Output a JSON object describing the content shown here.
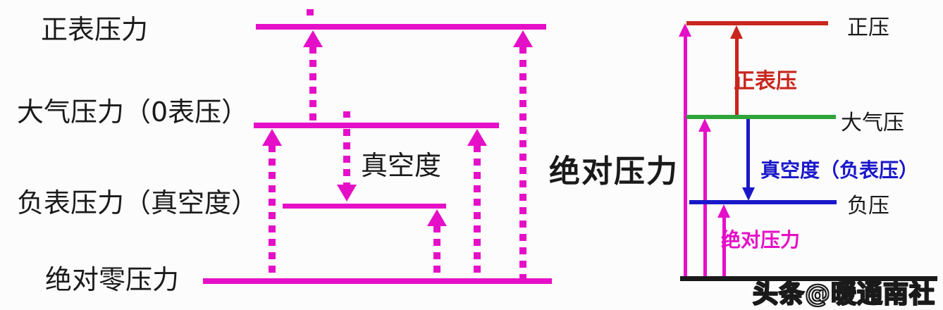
{
  "colors": {
    "magenta": "#E60FC8",
    "red": "#C8261E",
    "green": "#2EA43B",
    "blue": "#1A17C9",
    "black": "#1A1A1A",
    "background": "#FCFCFC"
  },
  "left_diagram": {
    "labels": {
      "positive_gauge": "正表压力",
      "atmospheric": "大气压力（0表压）",
      "negative_gauge": "负表压力（真空度）",
      "absolute_zero": "绝对零压力",
      "vacuum": "真空度"
    },
    "levels": [
      "正表压力",
      "大气压力（0表压）",
      "负表压力（真空度）",
      "绝对零压力"
    ]
  },
  "right_diagram": {
    "title": "绝对压力",
    "labels": {
      "positive_pressure": "正压",
      "positive_gauge": "正表压",
      "atmospheric": "大气压",
      "vacuum_negative_gauge": "真空度（负表压）",
      "negative_pressure": "负压",
      "absolute_pressure": "绝对压力"
    }
  },
  "watermark": "头条@暖通南社"
}
